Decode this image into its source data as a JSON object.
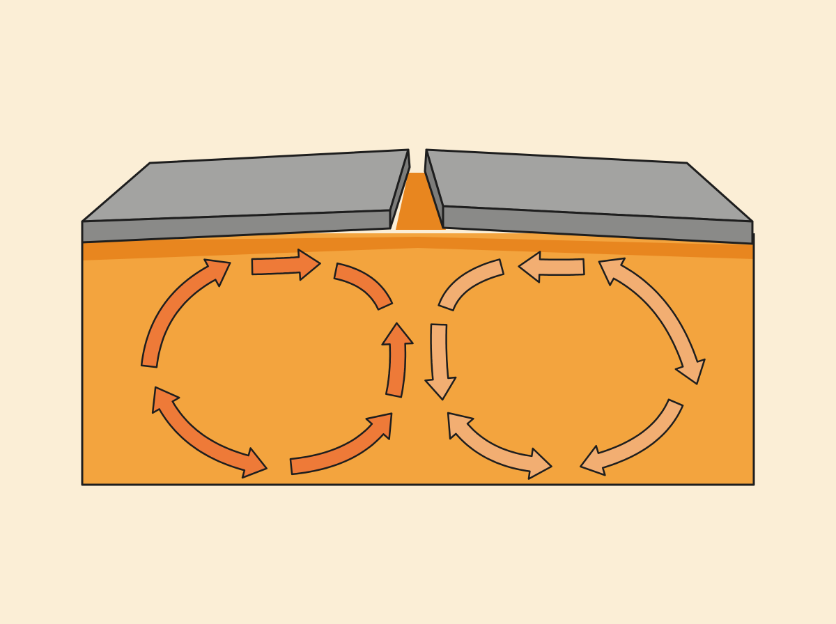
{
  "colors": {
    "background": "#FBEED6",
    "mantle": "#F3A43E",
    "mantle_top": "#E8861F",
    "plate_top": "#A3A3A1",
    "plate_side": "#8A8A88",
    "outline": "#1E1E1E",
    "left_arrows": "#EE7A38",
    "right_arrows": "#F2AE72"
  },
  "diagram": {
    "subject": "convection-currents-divergent-plates",
    "plates": [
      {
        "name": "left-plate",
        "motion": "moving-left"
      },
      {
        "name": "right-plate",
        "motion": "moving-right"
      }
    ],
    "convection_cells": [
      {
        "name": "left-cell",
        "rotation": "clockwise",
        "center_flow": "rising"
      },
      {
        "name": "right-cell",
        "rotation": "counterclockwise",
        "center_flow": "sinking"
      }
    ]
  }
}
